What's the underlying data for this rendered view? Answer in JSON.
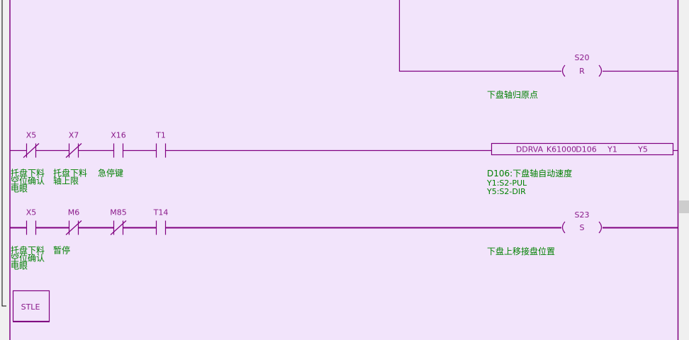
{
  "colors": {
    "background": "#f2e4fb",
    "line": "#800080",
    "comment": "#008000",
    "label": "#8a1a8a"
  },
  "rung_top": {
    "coil": {
      "device": "S20",
      "instruction": "R"
    },
    "comment": "下盘轴归原点"
  },
  "rung1": {
    "contacts": [
      {
        "device": "X5",
        "type": "NC",
        "comment": [
          "托盘下料",
          "空位确认",
          "电眼"
        ]
      },
      {
        "device": "X7",
        "type": "NC",
        "comment": [
          "托盘下料",
          "轴上限"
        ]
      },
      {
        "device": "X16",
        "type": "NO",
        "comment": [
          "急停键"
        ]
      },
      {
        "device": "T1",
        "type": "NO",
        "comment": []
      }
    ],
    "function": {
      "op": "DDRVA",
      "arg1": "K61000",
      "arg2": "D106",
      "arg3": "Y1",
      "arg4": "Y5"
    },
    "comments": [
      "D106:下盘轴自动速度",
      "Y1:S2-PUL",
      "Y5:S2-DIR"
    ]
  },
  "rung2": {
    "contacts": [
      {
        "device": "X5",
        "type": "NO",
        "comment": [
          "托盘下料",
          "空位确认",
          "电眼"
        ]
      },
      {
        "device": "M6",
        "type": "NC",
        "comment": [
          "暂停"
        ]
      },
      {
        "device": "M85",
        "type": "NC",
        "comment": []
      },
      {
        "device": "T14",
        "type": "NO",
        "comment": []
      }
    ],
    "coil": {
      "device": "S23",
      "instruction": "S"
    },
    "comment": "下盘上移接盘位置"
  },
  "stle": "STLE"
}
